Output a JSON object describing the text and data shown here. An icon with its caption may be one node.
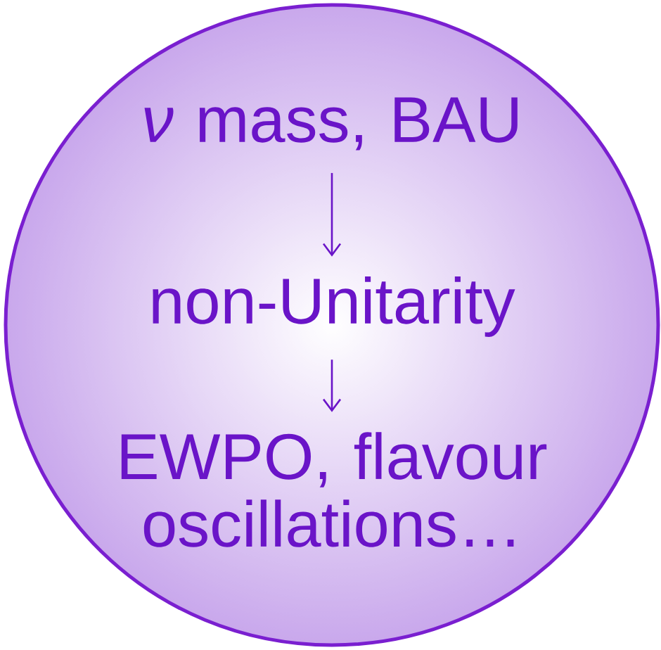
{
  "diagram": {
    "nodes": [
      {
        "text": [],
        "shape": "circle"
      },
      {
        "text": [
          "*ν* mass, BAU"
        ],
        "in": 0
      },
      {
        "text": [
          "non-Unitarity"
        ],
        "in": 0
      },
      {
        "text": [
          "EWPO, flavour oscillations…"
        ],
        "in": 0
      }
    ],
    "edges": [
      {
        "from": 1,
        "to": 2,
        "arrow": "to"
      },
      {
        "from": 2,
        "to": 3,
        "arrow": "to"
      }
    ]
  }
}
